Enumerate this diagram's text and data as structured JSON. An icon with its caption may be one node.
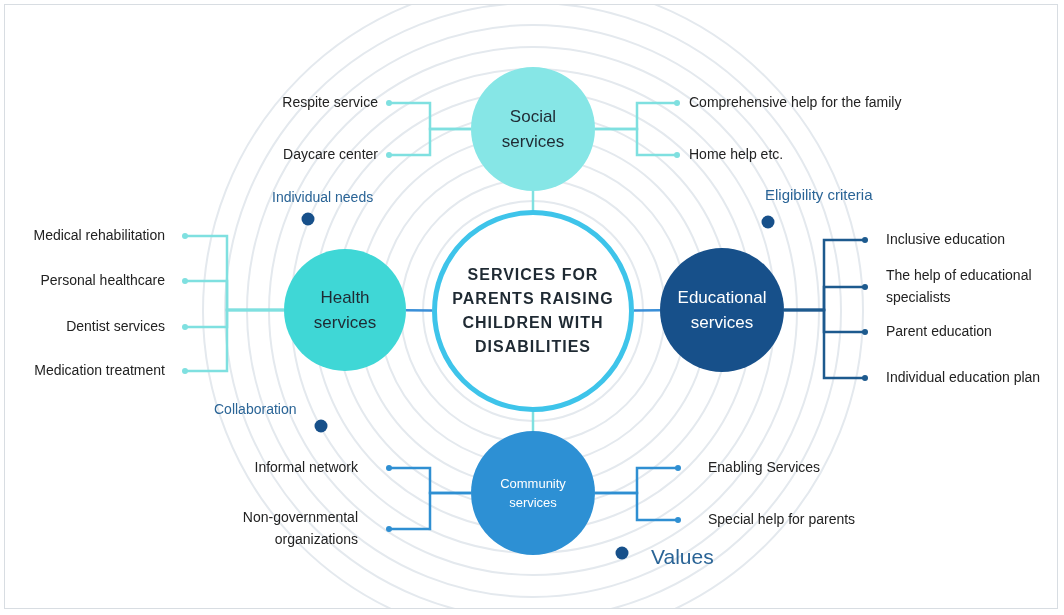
{
  "diagram": {
    "nodes": [
      {
        "text": [
          "SERVICES FOR PARENTS RAISING CHILDREN WITH DISABILITIES"
        ]
      },
      {
        "text": [
          "Social services"
        ]
      },
      {
        "text": [
          "Health services"
        ]
      },
      {
        "text": [
          "Educational services"
        ]
      },
      {
        "text": [
          "Community services"
        ]
      },
      {
        "text": [
          "Respite service"
        ]
      },
      {
        "text": [
          "Daycare center"
        ]
      },
      {
        "text": [
          "Comprehensive help for the family"
        ]
      },
      {
        "text": [
          "Home help etc."
        ]
      },
      {
        "text": [
          "Medical rehabilitation"
        ]
      },
      {
        "text": [
          "Personal healthcare"
        ]
      },
      {
        "text": [
          "Dentist services"
        ]
      },
      {
        "text": [
          "Medication treatment"
        ]
      },
      {
        "text": [
          "Inclusive education"
        ]
      },
      {
        "text": [
          "The help of educational specialists"
        ]
      },
      {
        "text": [
          "Parent education"
        ]
      },
      {
        "text": [
          "Individual education plan"
        ]
      },
      {
        "text": [
          "Informal network"
        ]
      },
      {
        "text": [
          "Non-governmental organizations"
        ]
      },
      {
        "text": [
          "Enabling Services"
        ]
      },
      {
        "text": [
          "Special help for parents"
        ]
      }
    ],
    "edges": [
      {
        "from": 0,
        "to": 1,
        "arrow": "none"
      },
      {
        "from": 0,
        "to": 2,
        "arrow": "none",
        "color": "#3a8fd8"
      },
      {
        "from": 0,
        "to": 3,
        "arrow": "none",
        "color": "#3a8fd8"
      },
      {
        "from": 0,
        "to": 4,
        "arrow": "none"
      },
      {
        "from": 1,
        "to": 5,
        "arrow": "other"
      },
      {
        "from": 1,
        "to": 6,
        "arrow": "other"
      },
      {
        "from": 1,
        "to": 7,
        "arrow": "other"
      },
      {
        "from": 1,
        "to": 8,
        "arrow": "other"
      },
      {
        "from": 2,
        "to": 9,
        "arrow": "other"
      },
      {
        "from": 2,
        "to": 10,
        "arrow": "other"
      },
      {
        "from": 2,
        "to": 11,
        "arrow": "other"
      },
      {
        "from": 2,
        "to": 12,
        "arrow": "other"
      },
      {
        "from": 3,
        "to": 13,
        "arrow": "other",
        "color": "#1d5a8e"
      },
      {
        "from": 3,
        "to": 14,
        "arrow": "other",
        "color": "#1d5a8e"
      },
      {
        "from": 3,
        "to": 15,
        "arrow": "other",
        "color": "#1d5a8e"
      },
      {
        "from": 3,
        "to": 16,
        "arrow": "other",
        "color": "#1d5a8e"
      },
      {
        "from": 4,
        "to": 17,
        "arrow": "other",
        "color": "#2f8fd2"
      },
      {
        "from": 4,
        "to": 18,
        "arrow": "other",
        "color": "#2f8fd2"
      },
      {
        "from": 4,
        "to": 19,
        "arrow": "other",
        "color": "#2f8fd2"
      },
      {
        "from": 4,
        "to": 20,
        "arrow": "other",
        "color": "#2f8fd2"
      }
    ],
    "labels": [
      "Individual needs",
      "Eligibility criteria",
      "Collaboration",
      "Values"
    ]
  }
}
